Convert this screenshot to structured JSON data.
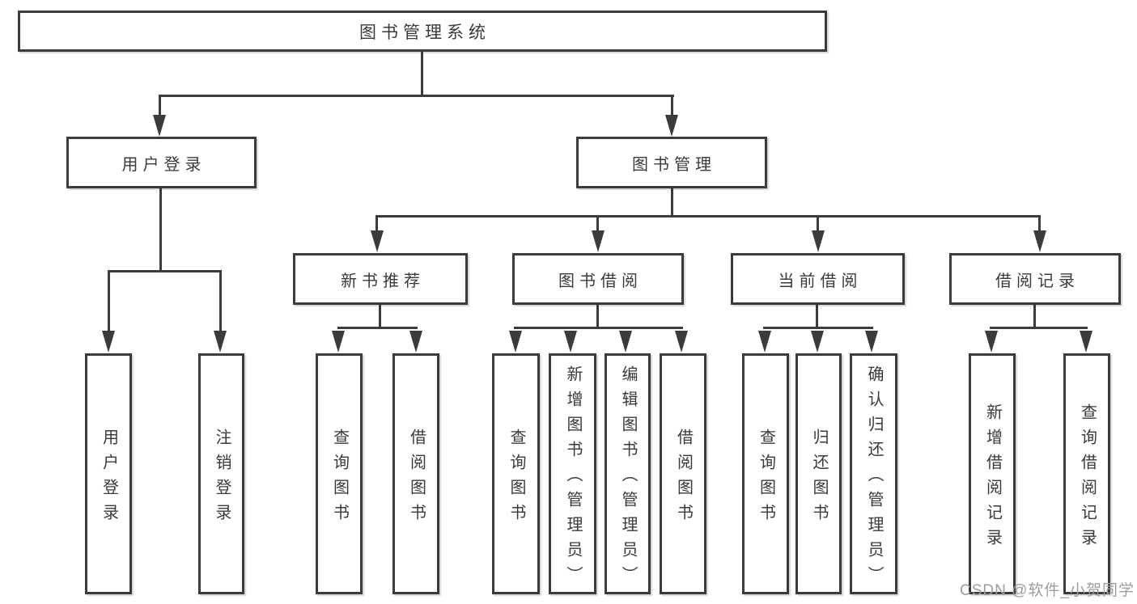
{
  "colors": {
    "line": "#3b3b3b",
    "text": "#3a3a3a",
    "box_bg": "#ffffff",
    "canvas_bg": "#ffffff",
    "watermark": "#9e9e9e"
  },
  "root": {
    "label": "图书管理系统"
  },
  "branches": [
    {
      "label": "用户登录",
      "children": [
        {
          "label": "用户登录"
        },
        {
          "label": "注销登录"
        }
      ]
    },
    {
      "label": "图书管理",
      "children": [
        {
          "label": "新书推荐",
          "children": [
            {
              "label": "查询图书"
            },
            {
              "label": "借阅图书"
            }
          ]
        },
        {
          "label": "图书借阅",
          "children": [
            {
              "label": "查询图书"
            },
            {
              "label": "新增图书（管理员）"
            },
            {
              "label": "编辑图书（管理员）"
            },
            {
              "label": "借阅图书"
            }
          ]
        },
        {
          "label": "当前借阅",
          "children": [
            {
              "label": "查询图书"
            },
            {
              "label": "归还图书"
            },
            {
              "label": "确认归还（管理员）"
            }
          ]
        },
        {
          "label": "借阅记录",
          "children": [
            {
              "label": "新增借阅记录"
            },
            {
              "label": "查询借阅记录"
            }
          ]
        }
      ]
    }
  ],
  "watermark": {
    "text": "CSDN @软件_小贺同学"
  }
}
